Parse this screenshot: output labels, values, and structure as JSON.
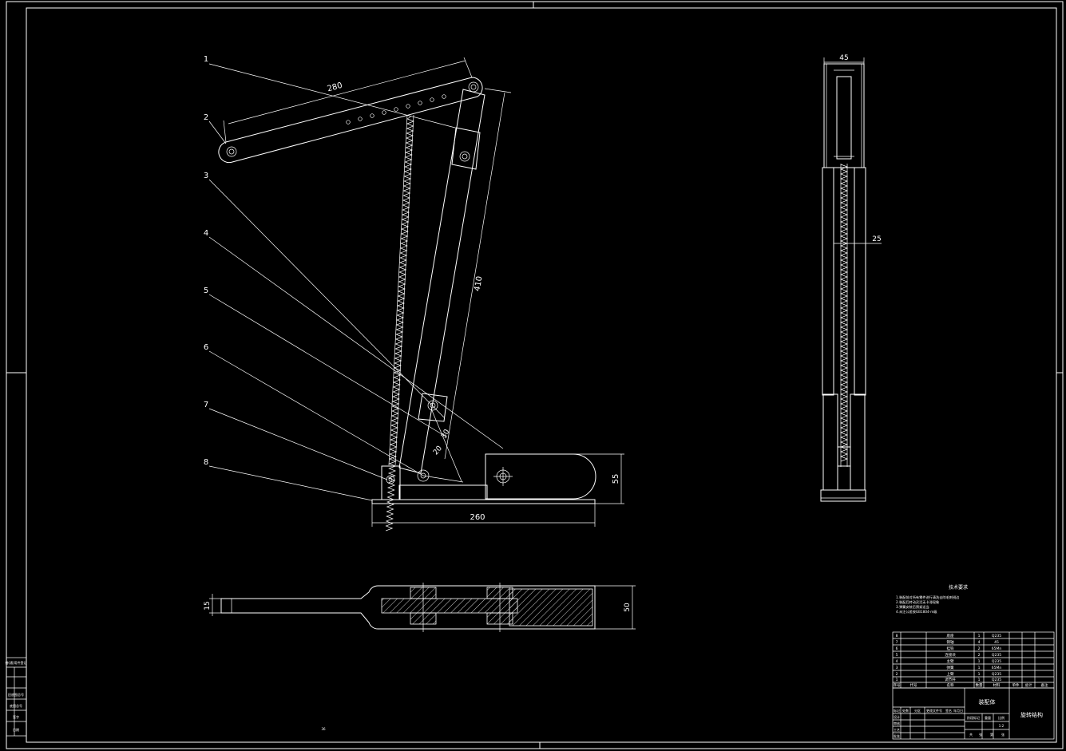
{
  "leaders": [
    "1",
    "2",
    "3",
    "4",
    "5",
    "6",
    "7",
    "8"
  ],
  "dimensions": {
    "upper_arm_length": "280",
    "main_arm_length": "410",
    "base_length": "260",
    "base_height": "55",
    "angle_a": "30",
    "angle_b": "20",
    "side_width": "45",
    "side_spring_dia": "25",
    "plan_thickness": "15",
    "plan_width": "50"
  },
  "notes": {
    "heading": "技术要求",
    "lines": [
      "1.装配前对所有零件进行清洗去除毛刺锐边",
      "2.装配后转动灵活无卡滞现象",
      "3.弹簧安装后预紧适当",
      "4.未注公差按GB1804-m级"
    ]
  },
  "bom": {
    "rows": [
      {
        "no": "8",
        "name": "底座",
        "qty": "1",
        "material": "Q235"
      },
      {
        "no": "7",
        "name": "销轴",
        "qty": "4",
        "material": "45"
      },
      {
        "no": "6",
        "name": "挂钩",
        "qty": "2",
        "material": "65Mn"
      },
      {
        "no": "5",
        "name": "连接块",
        "qty": "2",
        "material": "Q235"
      },
      {
        "no": "4",
        "name": "主臂",
        "qty": "1",
        "material": "Q235"
      },
      {
        "no": "3",
        "name": "弹簧",
        "qty": "1",
        "material": "65Mn"
      },
      {
        "no": "2",
        "name": "上臂",
        "qty": "1",
        "material": "Q235"
      },
      {
        "no": "1",
        "name": "调节杆",
        "qty": "1",
        "material": "Q235"
      }
    ],
    "header": [
      "序号",
      "代号",
      "名称",
      "数量",
      "材料",
      "单件",
      "总计",
      "备注"
    ]
  },
  "title_block": {
    "assembly_label": "装配体",
    "drawing_name": "旋转结构",
    "row_labels": [
      "标记",
      "处数",
      "分区",
      "更改文件号",
      "签名",
      "年月日"
    ],
    "labels2": [
      "设计",
      "审核",
      "工艺",
      "批准"
    ],
    "stage_labels": [
      "阶段标记",
      "重量",
      "比例"
    ],
    "scale_value": "1:2",
    "sheet_labels": [
      "共",
      "张",
      "第",
      "张"
    ]
  },
  "left_strip": [
    "借(通)用件登记",
    "旧底图总号",
    "底图总号",
    "签字",
    "日期"
  ],
  "bottom_mark": "36"
}
